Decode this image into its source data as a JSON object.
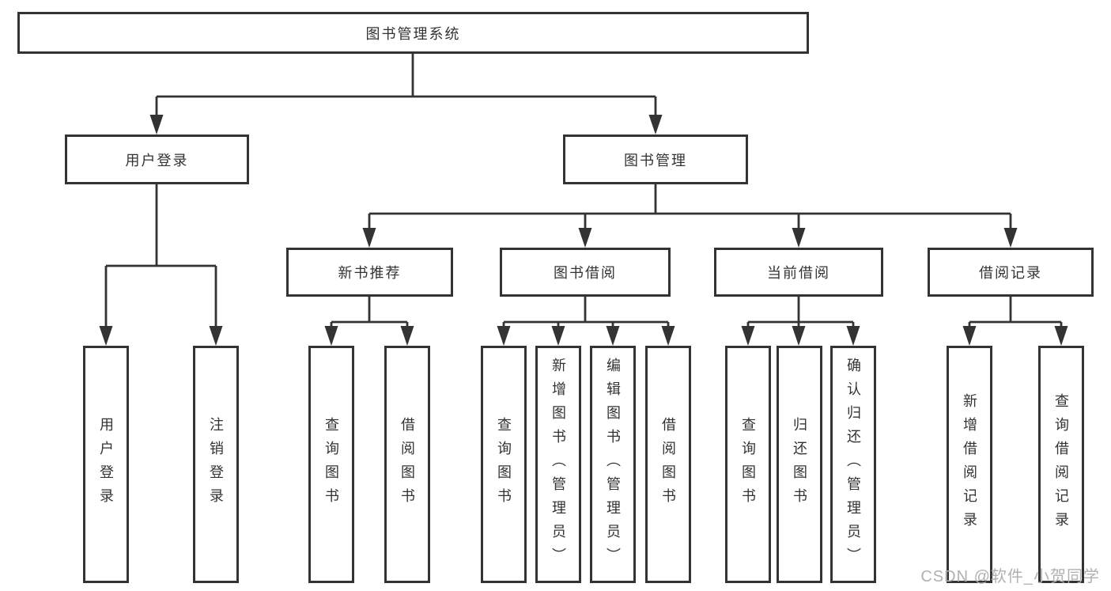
{
  "tree": {
    "label": "图书管理系统",
    "children": [
      {
        "label": "用户登录",
        "children": [
          {
            "label": "用户登录"
          },
          {
            "label": "注销登录"
          }
        ]
      },
      {
        "label": "图书管理",
        "children": [
          {
            "label": "新书推荐",
            "children": [
              {
                "label": "查询图书"
              },
              {
                "label": "借阅图书"
              }
            ]
          },
          {
            "label": "图书借阅",
            "children": [
              {
                "label": "查询图书"
              },
              {
                "label": "新增图书（管理员）"
              },
              {
                "label": "编辑图书（管理员）"
              },
              {
                "label": "借阅图书"
              }
            ]
          },
          {
            "label": "当前借阅",
            "children": [
              {
                "label": "查询图书"
              },
              {
                "label": "归还图书"
              },
              {
                "label": "确认归还（管理员）"
              }
            ]
          },
          {
            "label": "借阅记录",
            "children": [
              {
                "label": "新增借阅记录"
              },
              {
                "label": "查询借阅记录"
              }
            ]
          }
        ]
      }
    ]
  },
  "watermark": {
    "text": "CSDN @软件_小贺同学"
  },
  "colors": {
    "line": "#333333",
    "box_border": "#333333",
    "box_background": "#ffffff",
    "text": "#333333",
    "watermark": "#b0b0b0"
  }
}
